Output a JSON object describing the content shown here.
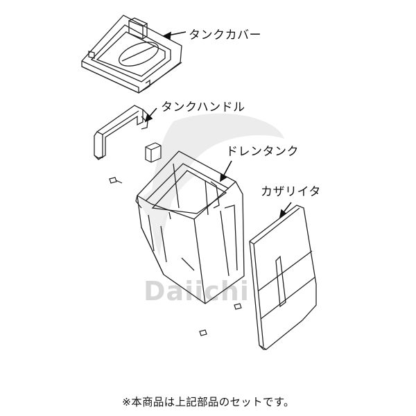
{
  "parts": [
    {
      "id": "tank-cover",
      "label": "タンクカバー"
    },
    {
      "id": "tank-handle",
      "label": "タンクハンドル"
    },
    {
      "id": "drain-tank",
      "label": "ドレンタンク"
    },
    {
      "id": "decor-plate",
      "label": "カザリイタ"
    }
  ],
  "watermark": "Daiichi",
  "footnote": "※本商品は上記部品のセットです。",
  "colors": {
    "line": "#222222",
    "watermark": "#d6d6d6"
  }
}
